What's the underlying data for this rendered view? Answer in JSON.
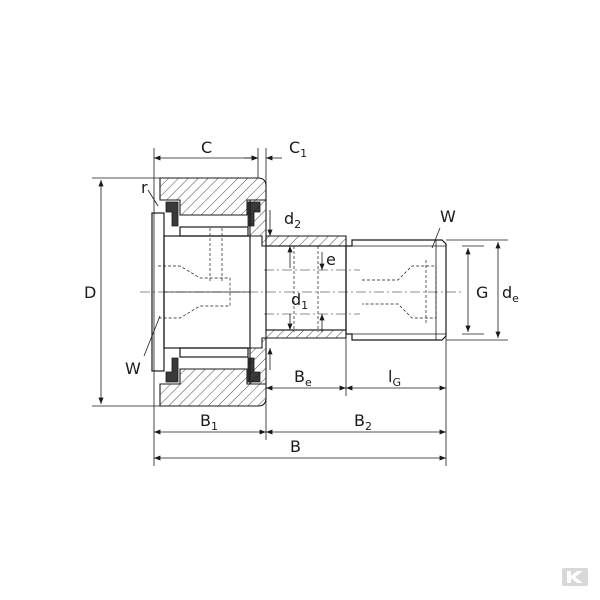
{
  "diagram": {
    "labels": {
      "C": "C",
      "C1_main": "C",
      "C1_sub": "1",
      "r": "r",
      "d2_main": "d",
      "d2_sub": "2",
      "W_right": "W",
      "W_left": "W",
      "e": "e",
      "D": "D",
      "d1_main": "d",
      "d1_sub": "1",
      "G": "G",
      "de_main": "d",
      "de_sub": "e",
      "Be_main": "B",
      "Be_sub": "e",
      "lG_main": "l",
      "lG_sub": "G",
      "B1_main": "B",
      "B1_sub": "1",
      "B2_main": "B",
      "B2_sub": "2",
      "B": "B"
    },
    "colors": {
      "line": "#1a1a1a",
      "logo_fill": "#d8d8d8"
    },
    "icons": {
      "logo": "brand-k-logo"
    }
  }
}
